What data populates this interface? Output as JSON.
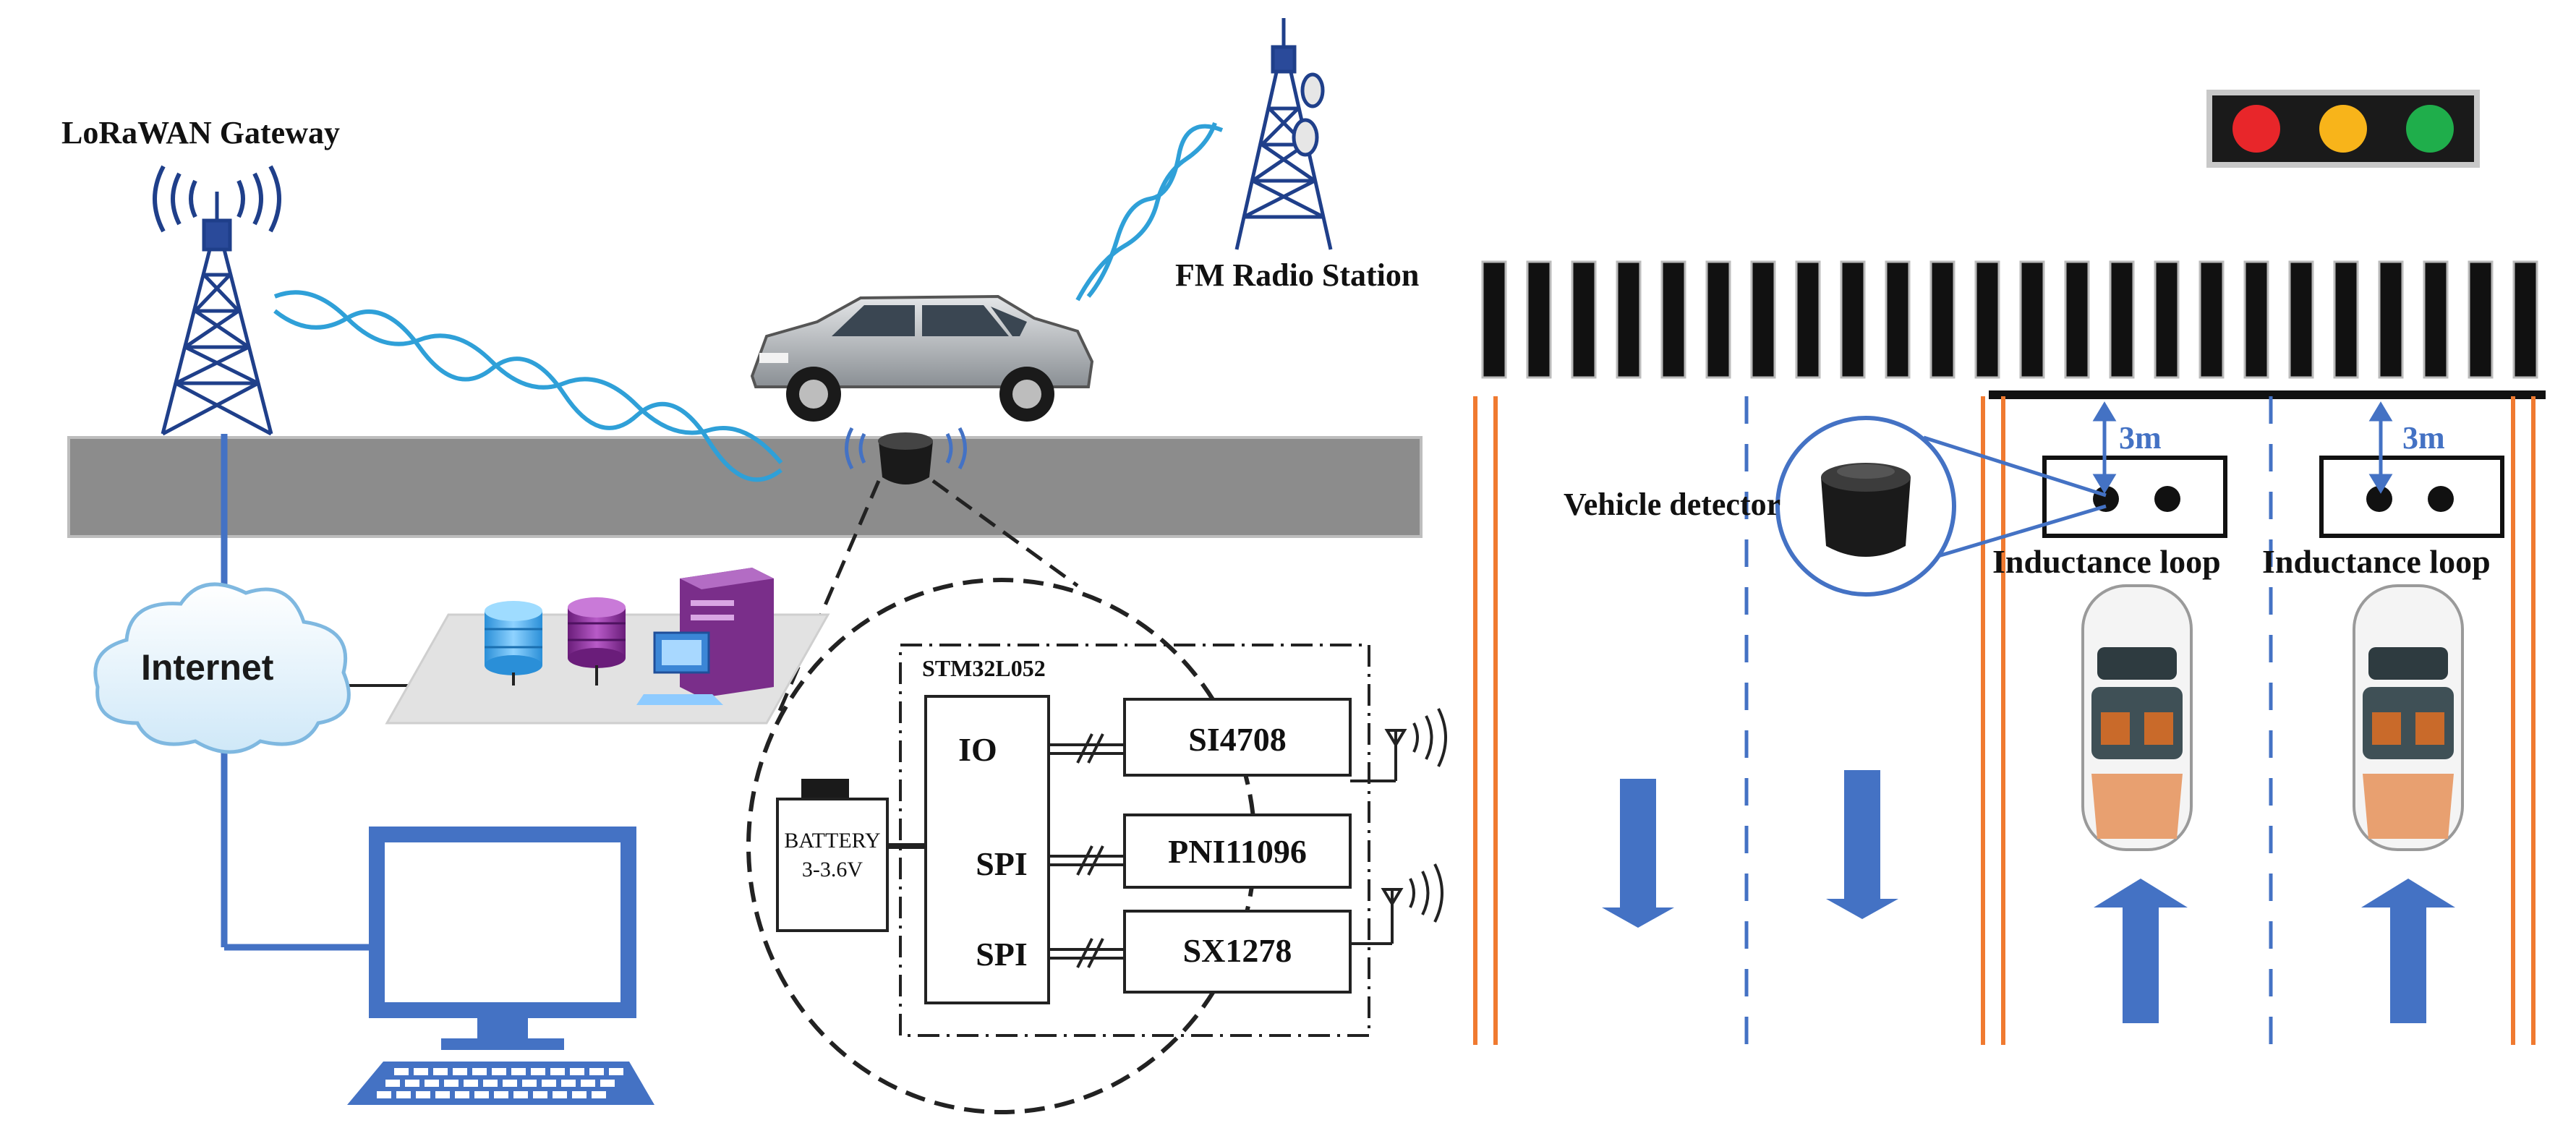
{
  "labels": {
    "gateway": "LoRaWAN Gateway",
    "fm_station": "FM Radio Station",
    "internet": "Internet",
    "vehicle_detector": "Vehicle detector",
    "loop_left": "Inductance loop",
    "loop_right": "Inductance loop",
    "distance_left": "3m",
    "distance_right": "3m"
  },
  "circuit": {
    "mcu": "STM32L052",
    "battery_title": "BATTERY",
    "battery_voltage": "3-3.6V",
    "ports": [
      "IO",
      "SPI",
      "SPI"
    ],
    "chips": [
      "SI4708",
      "PNI11096",
      "SX1278"
    ]
  },
  "colors": {
    "road": "#8c8c8c",
    "network_line": "#4472c4",
    "signal_wave": "#2fa0d8",
    "lane_line": "#f07a30",
    "lane_dash": "#4472c4",
    "arrow": "#4472c4",
    "traffic_red": "#e8262a",
    "traffic_yellow": "#f8b41a",
    "traffic_green": "#1fae4b",
    "stop_bar": "#111111"
  },
  "icons": [
    "tower-icon",
    "signal-wave-icon",
    "car-icon",
    "cloud-icon",
    "database-icon",
    "server-icon",
    "monitor-icon",
    "keyboard-icon",
    "traffic-light-icon",
    "antenna-icon",
    "battery-icon",
    "vehicle-detector-icon"
  ]
}
